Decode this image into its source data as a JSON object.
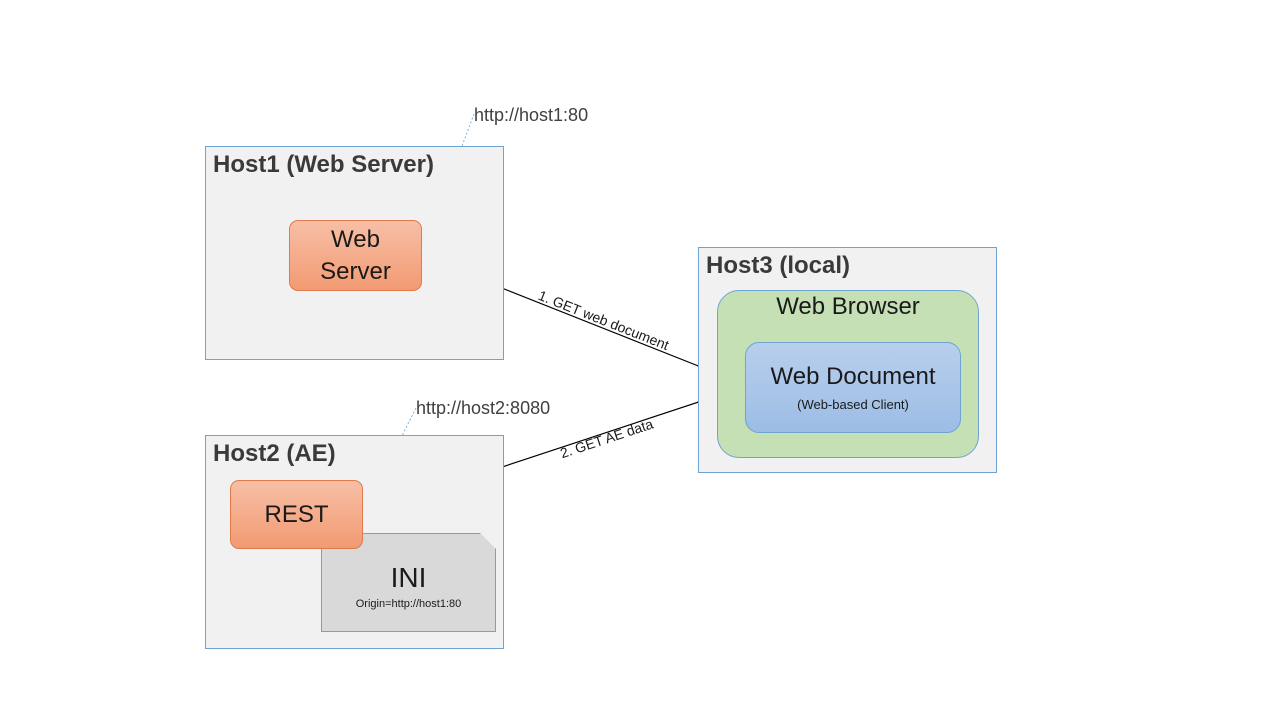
{
  "hosts": {
    "host1": {
      "title": "Host1 (Web Server)",
      "url": "http://host1:80",
      "server_label": "Web Server"
    },
    "host2": {
      "title": "Host2 (AE)",
      "url": "http://host2:8080",
      "rest_label": "REST",
      "ini_title": "INI",
      "ini_text": "Origin=http://host1:80"
    },
    "host3": {
      "title": "Host3 (local)",
      "browser_label": "Web Browser",
      "document_title": "Web Document",
      "document_subtitle": "(Web-based Client)"
    }
  },
  "edges": {
    "get_web_document": "1. GET web document",
    "get_ae_data": "2. GET AE data"
  },
  "colors": {
    "host_fill": "#f1f1f1",
    "host_border": "#6fa3d2",
    "server_fill": "#f4ae8a",
    "browser_fill": "#c5e0b4",
    "document_fill": "#a9c6ea",
    "ini_fill": "#d9d9d9"
  }
}
